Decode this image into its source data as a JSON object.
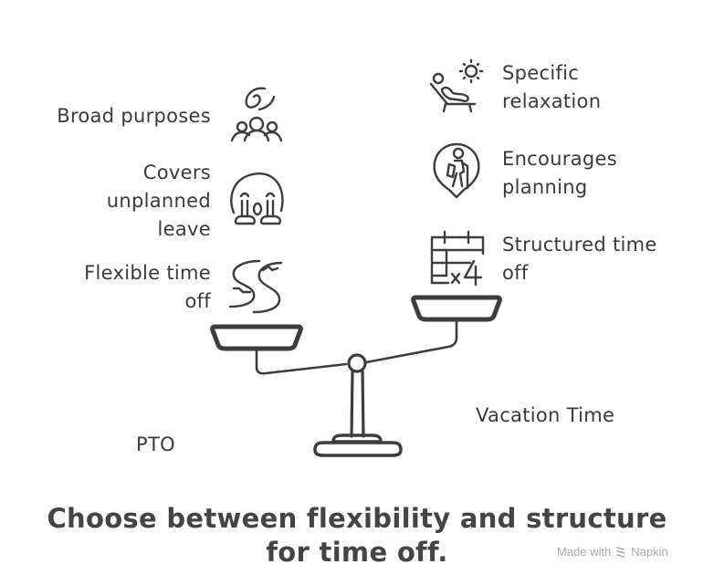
{
  "diagram": {
    "type": "balance-scale comparison",
    "left": {
      "name": "PTO",
      "items": [
        {
          "label": "Broad purposes",
          "icon": "group-with-hand-icon"
        },
        {
          "label": "Covers unplanned leave",
          "label_lines": [
            "Covers",
            "unplanned",
            "leave"
          ],
          "icon": "crying-face-icon"
        },
        {
          "label": "Flexible time off",
          "label_lines": [
            "Flexible time",
            "off"
          ],
          "icon": "winding-river-icon"
        }
      ]
    },
    "right": {
      "name": "Vacation Time",
      "items": [
        {
          "label": "Specific relaxation",
          "label_lines": [
            "Specific",
            "relaxation"
          ],
          "icon": "lounger-sun-icon"
        },
        {
          "label": "Encourages planning",
          "label_lines": [
            "Encourages",
            "planning"
          ],
          "icon": "hiker-pin-icon"
        },
        {
          "label": "Structured time off",
          "label_lines": [
            "Structured time",
            "off"
          ],
          "icon": "calendar-x4-icon"
        }
      ]
    },
    "title_lines": [
      "Choose between flexibility and structure",
      "for time off."
    ],
    "credit": {
      "prefix": "Made with",
      "brand": "Napkin"
    },
    "colors": {
      "ink": "#3d3d3d",
      "credit": "#aaaaaa",
      "background": "#ffffff"
    }
  }
}
